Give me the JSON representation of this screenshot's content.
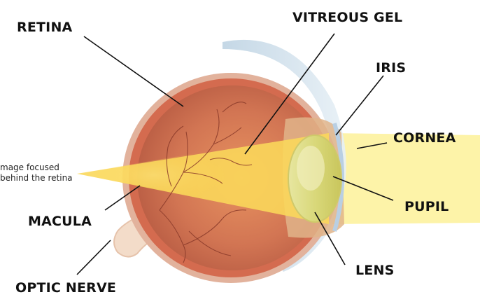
{
  "labels": {
    "retina": "RETINA",
    "vitreous_gel": "VITREOUS GEL",
    "iris": "IRIS",
    "cornea": "CORNEA",
    "pupil": "PUPIL",
    "lens": "LENS",
    "macula": "MACULA",
    "optic_nerve": "OPTIC NERVE"
  },
  "caption": {
    "line1": "mage focused",
    "line2": "behind the retina"
  },
  "colors": {
    "light_beam": "#fdf3a8",
    "focused_beam": "#fbd44a",
    "sclera": "#e2b29c",
    "retina_band": "#d46b4f",
    "eye_interior": "#c6654a",
    "lens": "#dfe08a",
    "cornea": "#c9dbe8",
    "leader_lines": "#111111"
  }
}
